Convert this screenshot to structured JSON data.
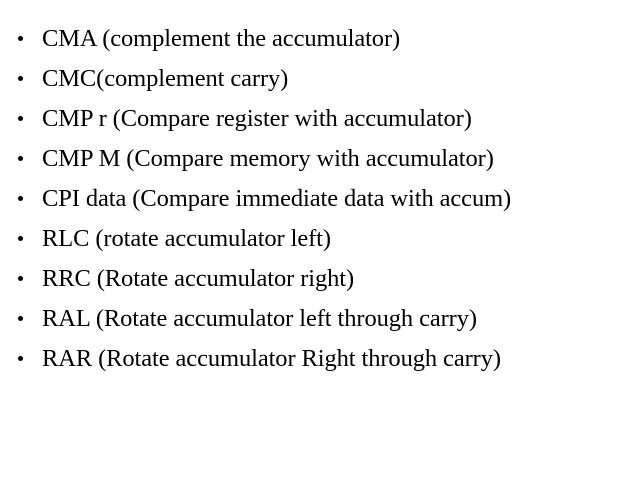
{
  "slide": {
    "background_color": "#ffffff",
    "text_color": "#000000",
    "bullet_glyph": "round-bullet",
    "items": [
      {
        "text": "CMA (complement the accumulator)"
      },
      {
        "text": "CMC(complement carry)"
      },
      {
        "text": "CMP r (Compare register with accumulator)"
      },
      {
        "text": "CMP M (Compare memory with accumulator)"
      },
      {
        "text": "CPI data (Compare immediate data with accum)"
      },
      {
        "text": "RLC (rotate accumulator left)"
      },
      {
        "text": "RRC (Rotate accumulator right)"
      },
      {
        "text": "RAL (Rotate accumulator left through carry)"
      },
      {
        "text": "RAR (Rotate accumulator Right through carry)"
      }
    ]
  }
}
